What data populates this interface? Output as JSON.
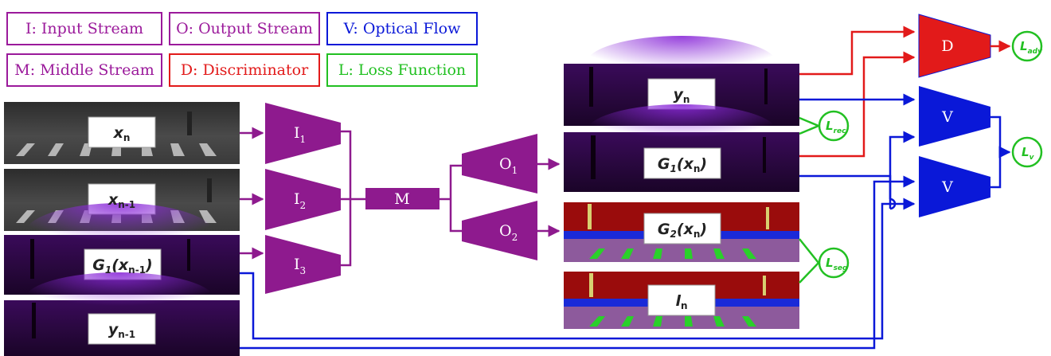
{
  "legend": [
    {
      "text": "I: Input Stream",
      "color": "#9b1a9b"
    },
    {
      "text": "O: Output Stream",
      "color": "#9b1a9b"
    },
    {
      "text": "V: Optical Flow",
      "color": "#0a18d8"
    },
    {
      "text": "M: Middle Stream",
      "color": "#9b1a9b"
    },
    {
      "text": "D: Discriminator",
      "color": "#e21a1a"
    },
    {
      "text": "L: Loss Function",
      "color": "#22c022"
    }
  ],
  "colors": {
    "purple": "#8e1a8e",
    "blue": "#0a18d8",
    "red": "#e21a1a",
    "green": "#22c022"
  },
  "inputs": [
    {
      "main": "x",
      "sub": "n"
    },
    {
      "main": "x",
      "sub": "n-1"
    },
    {
      "main": "G",
      "g": "1",
      "arg": "x",
      "sub": "n-1"
    },
    {
      "main": "y",
      "sub": "n-1"
    }
  ],
  "modules": {
    "i1": {
      "letter": "I",
      "sub": "1"
    },
    "i2": {
      "letter": "I",
      "sub": "2"
    },
    "i3": {
      "letter": "I",
      "sub": "3"
    },
    "m": {
      "letter": "M"
    },
    "o1": {
      "letter": "O",
      "sub": "1"
    },
    "o2": {
      "letter": "O",
      "sub": "2"
    },
    "d": {
      "letter": "D"
    },
    "v1": {
      "letter": "V"
    },
    "v2": {
      "letter": "V"
    }
  },
  "outputs": [
    {
      "main": "y",
      "sub": "n"
    },
    {
      "main": "G",
      "g": "1",
      "arg": "x",
      "sub": "n"
    },
    {
      "main": "G",
      "g": "2",
      "arg": "x",
      "sub": "n"
    },
    {
      "main": "l",
      "sub": "n"
    }
  ],
  "losses": {
    "adv": {
      "main": "L",
      "sub": "adv"
    },
    "rec": {
      "main": "L",
      "sub": "rec"
    },
    "seg": {
      "main": "L",
      "sub": "seg"
    },
    "v": {
      "main": "L",
      "sub": "v"
    }
  }
}
